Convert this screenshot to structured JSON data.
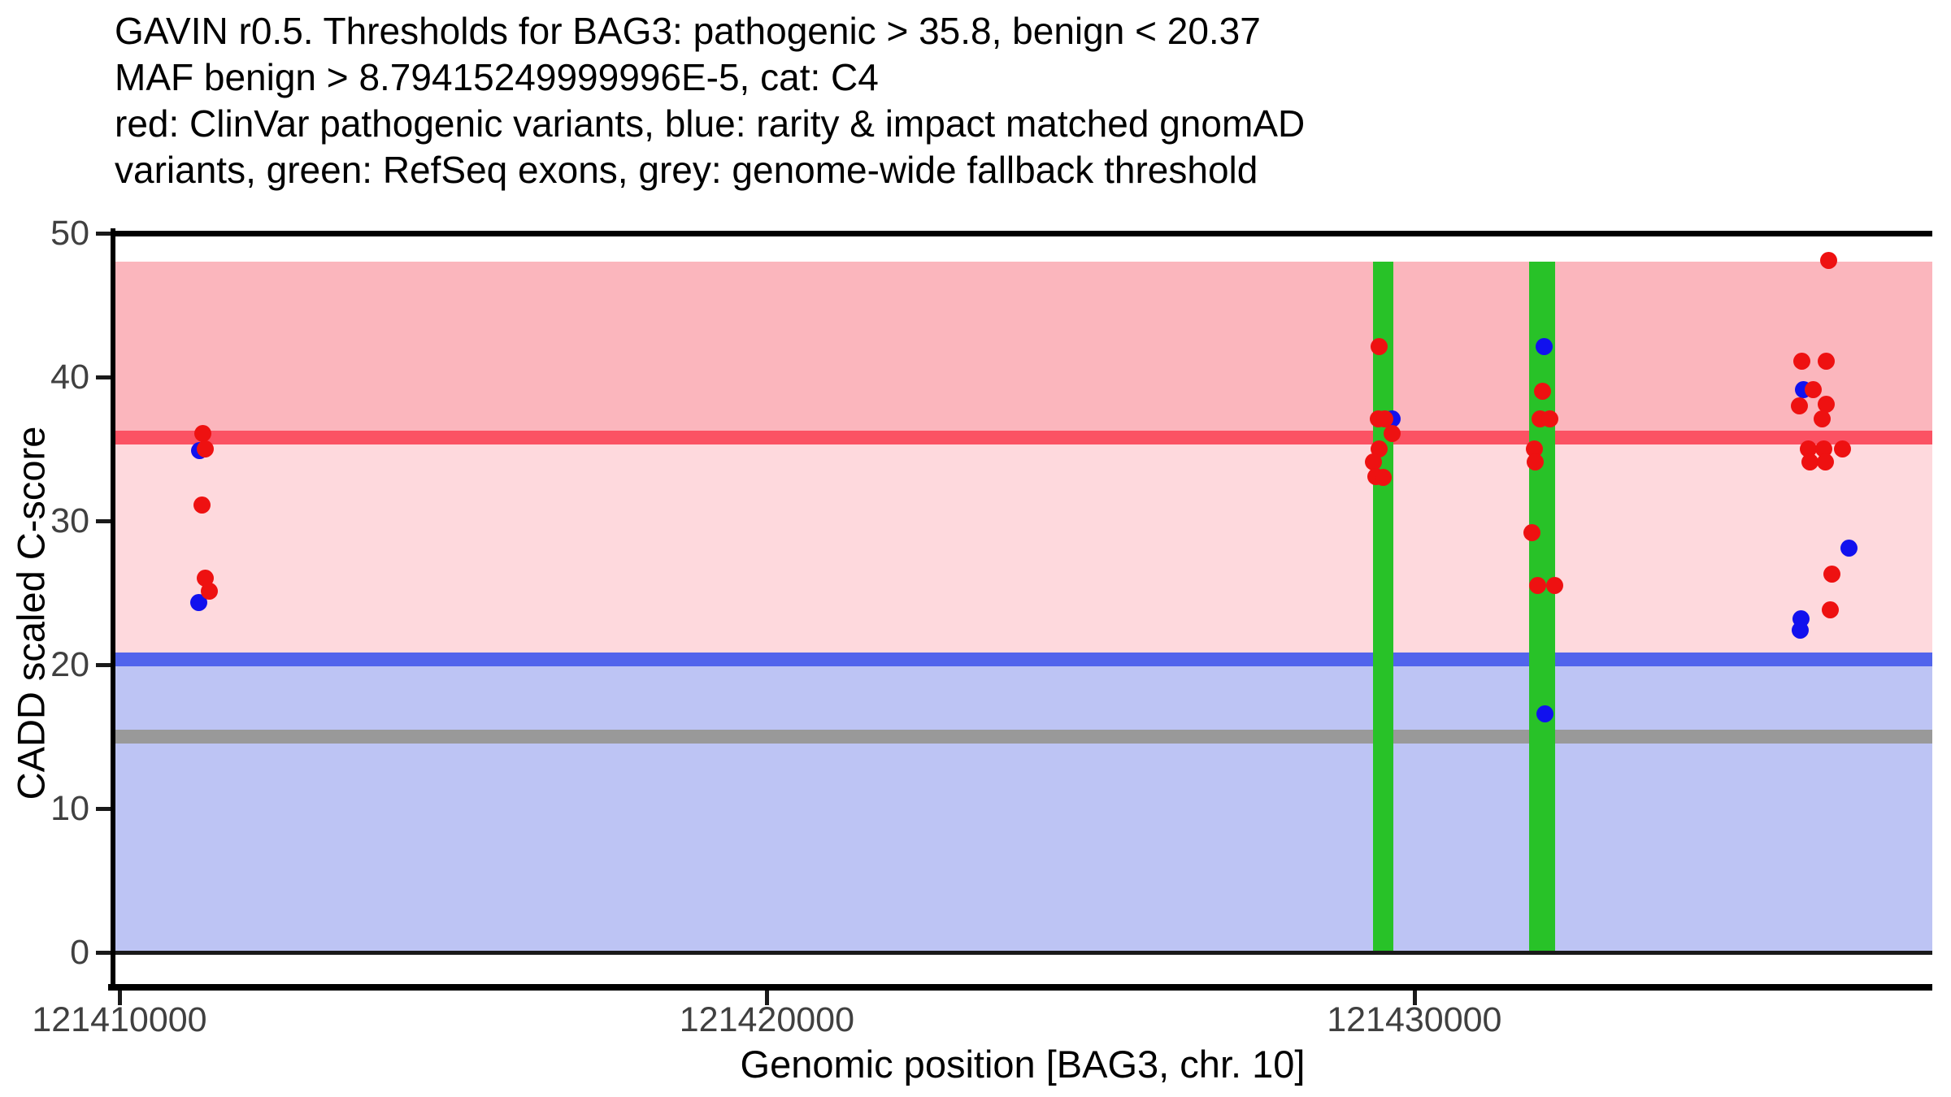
{
  "title": {
    "lines": [
      "GAVIN r0.5. Thresholds for BAG3: pathogenic > 35.8, benign < 20.37",
      "MAF benign > 8.79415249999996E-5, cat: C4",
      "red: ClinVar pathogenic variants, blue: rarity & impact matched gnomAD",
      "variants, green: RefSeq exons, grey: genome-wide fallback threshold"
    ]
  },
  "chart_data": {
    "type": "scatter",
    "gene": "BAG3",
    "gavin_release": "r0.5",
    "category": "C4",
    "xlabel": "Genomic position [BAG3, chr. 10]",
    "ylabel": "CADD scaled C-score",
    "x_domain": [
      121409900,
      121438000
    ],
    "y_domain": [
      0,
      50
    ],
    "x_ticks": [
      {
        "value": 121410000,
        "label": "121410000"
      },
      {
        "value": 121420000,
        "label": "121420000"
      },
      {
        "value": 121430000,
        "label": "121430000"
      }
    ],
    "y_ticks": [
      {
        "value": 0,
        "label": "0"
      },
      {
        "value": 10,
        "label": "10"
      },
      {
        "value": 20,
        "label": "20"
      },
      {
        "value": 30,
        "label": "30"
      },
      {
        "value": 40,
        "label": "40"
      },
      {
        "value": 50,
        "label": "50"
      }
    ],
    "thresholds": {
      "pathogenic_gt": 35.8,
      "benign_lt": 20.37,
      "maf_benign_gt": "8.79415249999996E-5",
      "genome_wide_fallback": 15
    },
    "regions": [
      {
        "name": "pathogenic-zone",
        "y0": 35.8,
        "y1": 48,
        "color": "#FBB6BD"
      },
      {
        "name": "intermediate-zone",
        "y0": 20.37,
        "y1": 35.8,
        "color": "#FED9DD"
      },
      {
        "name": "benign-zone",
        "y0": 0,
        "y1": 20.37,
        "color": "#BDC4F4"
      }
    ],
    "hlines": [
      {
        "name": "plot-top-line",
        "y": 50,
        "color": "#000000",
        "thickness": 7
      },
      {
        "name": "pathogenic-threshold-line",
        "y": 35.8,
        "color": "#FB5263",
        "thickness": 17
      },
      {
        "name": "benign-threshold-line",
        "y": 20.37,
        "color": "#5164EC",
        "thickness": 17
      },
      {
        "name": "fallback-threshold-line",
        "y": 15,
        "color": "#999999",
        "thickness": 17
      },
      {
        "name": "plot-zero-line",
        "y": 0,
        "color": "#1A1A1A",
        "thickness": 5
      }
    ],
    "exons": [
      {
        "start": 121429360,
        "end": 121429680
      },
      {
        "start": 121431770,
        "end": 121432170
      }
    ],
    "exon_y_range": [
      0,
      48
    ],
    "exon_color": "#28C228",
    "series": [
      {
        "name": "ClinVar pathogenic variants",
        "color": "#EE1111",
        "points": [
          [
            121411290,
            36.1
          ],
          [
            121411330,
            35.0
          ],
          [
            121411280,
            31.1
          ],
          [
            121411330,
            26.0
          ],
          [
            121411390,
            25.1
          ],
          [
            121429450,
            42.1
          ],
          [
            121429440,
            37.1
          ],
          [
            121429540,
            37.1
          ],
          [
            121429660,
            36.1
          ],
          [
            121429450,
            35.0
          ],
          [
            121429370,
            34.1
          ],
          [
            121429400,
            33.1
          ],
          [
            121429520,
            33.0
          ],
          [
            121431980,
            39.0
          ],
          [
            121431940,
            37.1
          ],
          [
            121432090,
            37.1
          ],
          [
            121431860,
            35.0
          ],
          [
            121431870,
            34.1
          ],
          [
            121431820,
            29.2
          ],
          [
            121431910,
            25.5
          ],
          [
            121432170,
            25.5
          ],
          [
            121436400,
            48.1
          ],
          [
            121435980,
            41.1
          ],
          [
            121436360,
            41.1
          ],
          [
            121436160,
            39.1
          ],
          [
            121435950,
            38.0
          ],
          [
            121436360,
            38.1
          ],
          [
            121436300,
            37.1
          ],
          [
            121436080,
            35.0
          ],
          [
            121436330,
            35.0
          ],
          [
            121436610,
            35.0
          ],
          [
            121436110,
            34.1
          ],
          [
            121436350,
            34.1
          ],
          [
            121436450,
            26.3
          ],
          [
            121436430,
            23.8
          ]
        ]
      },
      {
        "name": "rarity & impact matched gnomAD variants",
        "color": "#1111EE",
        "points": [
          [
            121411240,
            34.9
          ],
          [
            121411220,
            24.3
          ],
          [
            121429660,
            37.1
          ],
          [
            121432000,
            42.1
          ],
          [
            121432020,
            16.6
          ],
          [
            121436010,
            39.1
          ],
          [
            121436710,
            28.1
          ],
          [
            121435970,
            23.2
          ],
          [
            121435960,
            22.4
          ]
        ]
      }
    ]
  }
}
